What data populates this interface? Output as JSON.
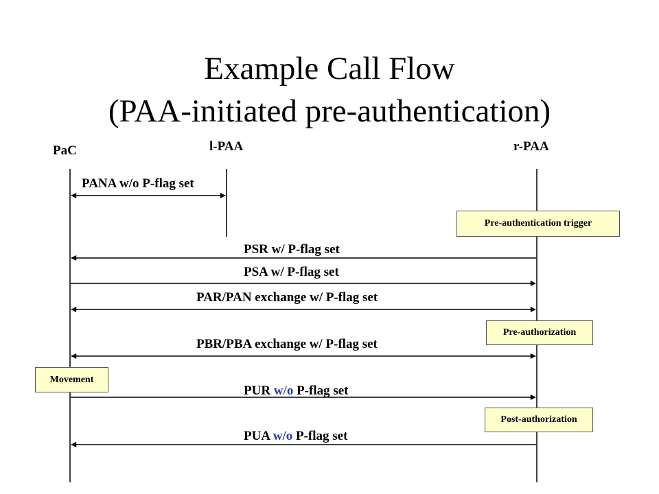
{
  "title": {
    "line1": "Example Call Flow",
    "line2": "(PAA-initiated pre-authentication)"
  },
  "entities": {
    "pac": "PaC",
    "lpaa": "l-PAA",
    "rpaa": "r-PAA"
  },
  "messages": {
    "pana": "PANA w/o P-flag set",
    "psr": "PSR w/ P-flag set",
    "psa": "PSA w/ P-flag set",
    "parpan": "PAR/PAN exchange w/ P-flag set",
    "pbrpba": "PBR/PBA exchange w/ P-flag set",
    "pur": {
      "name": "PUR",
      "flag": "w/o",
      "rest": "P-flag set"
    },
    "pua": {
      "name": "PUA",
      "flag": "w/o",
      "rest": "P-flag set"
    }
  },
  "events": {
    "preauth_trigger": "Pre-authentication trigger",
    "preauthorization": "Pre-authorization",
    "movement": "Movement",
    "postauthorization": "Post-authorization"
  },
  "colors": {
    "box_fill": "#ffffcc",
    "highlight_text": "#2b3ea8"
  }
}
